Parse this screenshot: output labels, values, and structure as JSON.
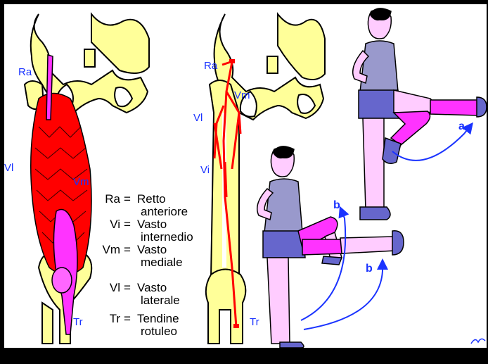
{
  "muscle_labels": {
    "left": {
      "ra": "Ra",
      "vl": "Vl",
      "vm": "Vm",
      "tr": "Tr"
    },
    "middle": {
      "ra": "Ra",
      "vl": "Vl",
      "vm": "Vm",
      "vi": "Vi",
      "tr": "Tr"
    }
  },
  "legend": [
    {
      "code": "Ra",
      "sep": "=",
      "line1": "Retto",
      "line2": "anteriore"
    },
    {
      "code": "Vi",
      "sep": "=",
      "line1": "Vasto",
      "line2": "internedio"
    },
    {
      "code": "Vm",
      "sep": "=",
      "line1": "Vasto",
      "line2": "mediale"
    },
    {
      "code": "Vl",
      "sep": "=",
      "line1": "Vasto",
      "line2": "laterale"
    },
    {
      "code": "Tr",
      "sep": "=",
      "line1": "Tendine",
      "line2": "rotuleo"
    }
  ],
  "motion_labels": {
    "a": "a",
    "b1": "b",
    "b2": "b"
  },
  "colors": {
    "bone": "#ffff99",
    "muscle": "#ff0000",
    "tendon": "#ff33ff",
    "label": "#1a33ff",
    "shirt": "#9999cc",
    "shorts": "#6666cc",
    "skin": "#ffccff",
    "arrow": "#1a33ff"
  }
}
